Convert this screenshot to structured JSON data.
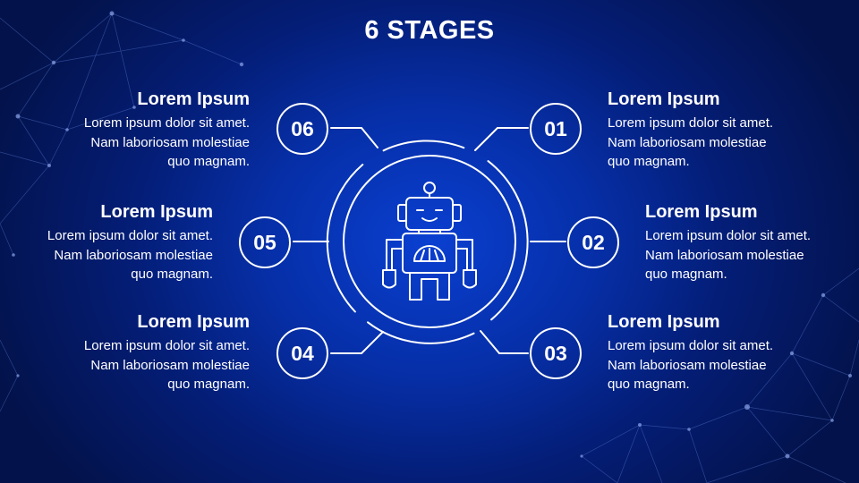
{
  "title": "6 STAGES",
  "center_icon": "robot-icon",
  "stages": [
    {
      "number": "01",
      "heading": "Lorem Ipsum",
      "body": "Lorem ipsum dolor sit amet. Nam laboriosam molestiae quo magnam."
    },
    {
      "number": "02",
      "heading": "Lorem Ipsum",
      "body": "Lorem ipsum dolor sit amet. Nam laboriosam molestiae quo magnam."
    },
    {
      "number": "03",
      "heading": "Lorem Ipsum",
      "body": "Lorem ipsum dolor sit amet. Nam laboriosam molestiae quo magnam."
    },
    {
      "number": "04",
      "heading": "Lorem Ipsum",
      "body": "Lorem ipsum dolor sit amet. Nam laboriosam molestiae quo magnam."
    },
    {
      "number": "05",
      "heading": "Lorem Ipsum",
      "body": "Lorem ipsum dolor sit amet. Nam laboriosam molestiae quo magnam."
    },
    {
      "number": "06",
      "heading": "Lorem Ipsum",
      "body": "Lorem ipsum dolor sit amet. Nam laboriosam molestiae quo magnam."
    }
  ],
  "colors": {
    "background": "#062fa8",
    "foreground": "#ffffff"
  }
}
